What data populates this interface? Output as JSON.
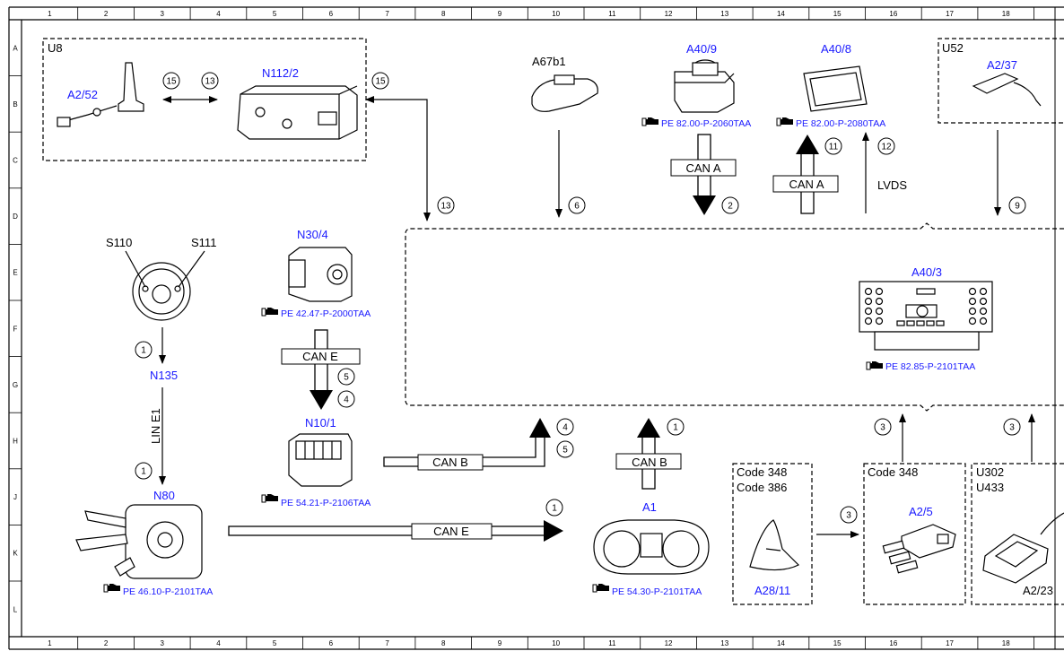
{
  "border": {
    "cols": [
      "1",
      "2",
      "3",
      "4",
      "5",
      "6",
      "7",
      "8",
      "9",
      "10",
      "11",
      "12",
      "13",
      "14",
      "15",
      "16",
      "17",
      "18"
    ],
    "rows": [
      "A",
      "B",
      "C",
      "D",
      "E",
      "F",
      "G",
      "H",
      "J",
      "K",
      "L"
    ]
  },
  "groups": {
    "u8": "U8",
    "u52": "U52",
    "code348_386": [
      "Code 348",
      "Code 386"
    ],
    "code348": "Code 348",
    "u302_u433": [
      "U302",
      "U433"
    ]
  },
  "components": {
    "a2_52": "A2/52",
    "n112_2": "N112/2",
    "a67b1": "A67b1",
    "a40_9": "A40/9",
    "a40_8": "A40/8",
    "a2_37": "A2/37",
    "s110": "S110",
    "s111": "S111",
    "n30_4": "N30/4",
    "a40_3": "A40/3",
    "n135": "N135",
    "n10_1": "N10/1",
    "n80": "N80",
    "a1": "A1",
    "a28_11": "A28/11",
    "a2_5": "A2/5",
    "a2_23": "A2/23"
  },
  "refs": {
    "a40_9": "PE 82.00-P-2060TAA",
    "a40_8": "PE 82.00-P-2080TAA",
    "n30_4": "PE 42.47-P-2000TAA",
    "a40_3": "PE 82.85-P-2101TAA",
    "n10_1": "PE 54.21-P-2106TAA",
    "n80": "PE 46.10-P-2101TAA",
    "a1": "PE 54.30-P-2101TAA"
  },
  "buses": {
    "can_a_1": "CAN A",
    "can_a_2": "CAN A",
    "lvds": "LVDS",
    "can_e_1": "CAN E",
    "lin_e1": "LIN E1",
    "can_b_1": "CAN B",
    "can_b_2": "CAN B",
    "can_e_2": "CAN E"
  },
  "numbers": {
    "n15a": "15",
    "n13a": "13",
    "n15b": "15",
    "n13b": "13",
    "n6": "6",
    "n2": "2",
    "n11": "11",
    "n12": "12",
    "n9": "9",
    "n1a": "1",
    "n1b": "1",
    "n5a": "5",
    "n4a": "4",
    "n4b": "4",
    "n5b": "5",
    "n1c": "1",
    "n1d": "1",
    "n3a": "3",
    "n3b": "3",
    "n3c": "3"
  },
  "icons": [
    "pointing-hand-icon"
  ]
}
